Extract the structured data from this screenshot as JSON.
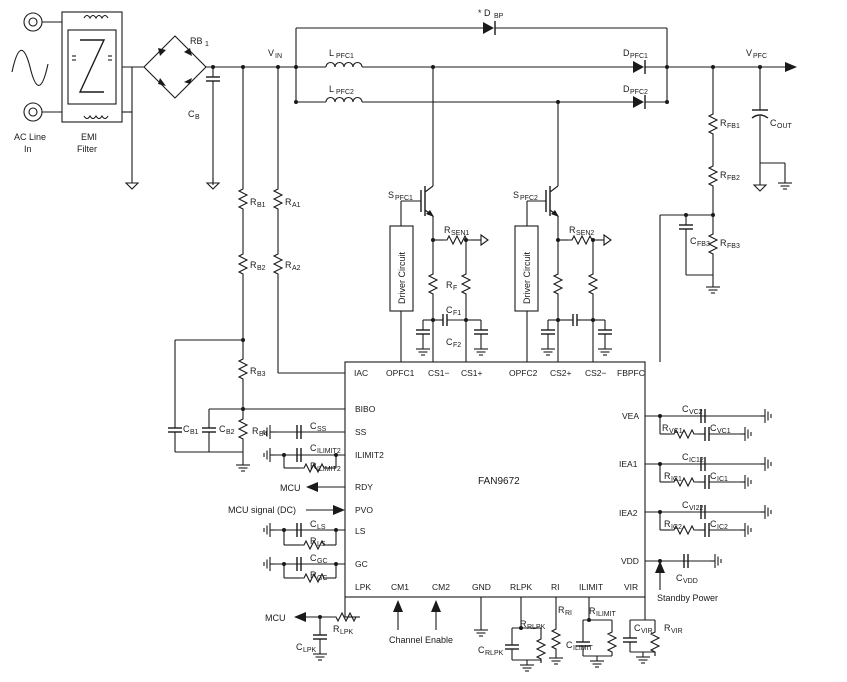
{
  "labels": {
    "ac_line_in_1": "AC Line",
    "ac_line_in_2": "In",
    "emi_filter_1": "EMI",
    "emi_filter_2": "Filter",
    "rb1": "RB",
    "rb1_sub": "1",
    "cb": "C",
    "cb_sub": "B",
    "vin": "V",
    "vin_sub": "IN",
    "dbp": "* D",
    "dbp_sub": "BP",
    "lpfc1": "L",
    "lpfc1_sub": "PFC1",
    "lpfc2": "L",
    "lpfc2_sub": "PFC2",
    "dpfc1": "D",
    "dpfc1_sub": "PFC1",
    "dpfc2": "D",
    "dpfc2_sub": "PFC2",
    "vpfc": "V",
    "vpfc_sub": "PFC",
    "rfb1": "R",
    "rfb1_sub": "FB1",
    "rfb2": "R",
    "rfb2_sub": "FB2",
    "rfb3": "R",
    "rfb3_sub": "FB3",
    "cfb3": "C",
    "cfb3_sub": "FB3",
    "cout": "C",
    "cout_sub": "OUT",
    "spfc1": "S",
    "spfc1_sub": "PFC1",
    "spfc2": "S",
    "spfc2_sub": "PFC2",
    "rsen1": "R",
    "rsen1_sub": "SEN1",
    "rsen2": "R",
    "rsen2_sub": "SEN2",
    "rf": "R",
    "rf_sub": "F",
    "cf1": "C",
    "cf1_sub": "F1",
    "cf2": "C",
    "cf2_sub": "F2",
    "driver_circuit": "Driver Circuit",
    "rb1r": "R",
    "rb1r_sub": "B1",
    "rb2r": "R",
    "rb2r_sub": "B2",
    "rb3r": "R",
    "rb3r_sub": "B3",
    "rb4r": "R",
    "rb4r_sub": "B4",
    "ra1": "R",
    "ra1_sub": "A1",
    "ra2": "R",
    "ra2_sub": "A2",
    "cb1": "C",
    "cb1_sub": "B1",
    "cb2": "C",
    "cb2_sub": "B2",
    "css": "C",
    "css_sub": "SS",
    "cilimit2": "C",
    "cilimit2_sub": "ILIMIT2",
    "rilimit2": "R",
    "rilimit2_sub": "ILIMIT2",
    "mcu1": "MCU",
    "mcu_signal": "MCU signal (DC)",
    "cls": "C",
    "cls_sub": "LS",
    "rls": "R",
    "rls_sub": "LS",
    "cgc": "C",
    "cgc_sub": "GC",
    "rgc": "R",
    "rgc_sub": "GC",
    "mcu2": "MCU",
    "rlpk": "R",
    "rlpk_sub": "LPK",
    "clpk": "C",
    "clpk_sub": "LPK",
    "channel_enable": "Channel Enable",
    "crlpk": "C",
    "crlpk_sub": "RLPK",
    "rrlpk": "R",
    "rrlpk_sub": "RLPK",
    "rri": "R",
    "rri_sub": "RI",
    "rilimit": "R",
    "rilimit_sub": "ILIMIT",
    "cilimit": "C",
    "cilimit_sub": "ILIMIT",
    "cvir": "C",
    "cvir_sub": "VIR",
    "rvir": "R",
    "rvir_sub": "VIR",
    "cvc2": "C",
    "cvc2_sub": "VC2",
    "rvc1": "R",
    "rvc1_sub": "VC1",
    "cvc1": "C",
    "cvc1_sub": "VC1",
    "cic2_top": "C",
    "cic2_top_sub": "IC12",
    "ric1": "R",
    "ric1_sub": "IC1",
    "cic1": "C",
    "cic1_sub": "IC1",
    "cvi22": "C",
    "cvi22_sub": "VI22",
    "ric2": "R",
    "ric2_sub": "IC2",
    "cic2": "C",
    "cic2_sub": "IC2",
    "cvdd": "C",
    "cvdd_sub": "VDD",
    "standby_power": "Standby Power"
  },
  "chip": {
    "name": "FAN9672",
    "pins_top": [
      "IAC",
      "OPFC1",
      "CS1−",
      "CS1+",
      "OPFC2",
      "CS2+",
      "CS2−",
      "FBPFC"
    ],
    "pins_left": [
      "BIBO",
      "SS",
      "ILIMIT2",
      "RDY",
      "PVO",
      "LS",
      "GC",
      "LPK"
    ],
    "pins_right": [
      "VEA",
      "IEA1",
      "IEA2",
      "VDD",
      "VIR"
    ],
    "pins_bottom": [
      "CM1",
      "CM2",
      "GND",
      "RLPK",
      "RI",
      "ILIMIT"
    ]
  }
}
